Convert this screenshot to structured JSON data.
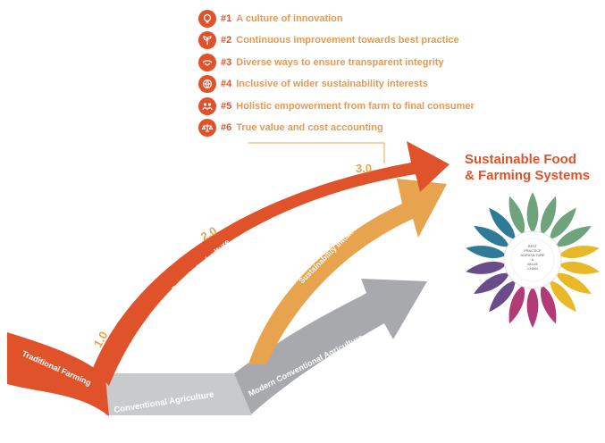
{
  "principles": [
    {
      "number": "#1",
      "text": "A culture of innovation",
      "icon": "lightbulb-icon"
    },
    {
      "number": "#2",
      "text": "Continuous improvement towards best practice",
      "icon": "sprout-icon"
    },
    {
      "number": "#3",
      "text": "Diverse ways to ensure transparent integrity",
      "icon": "handshake-icon"
    },
    {
      "number": "#4",
      "text": "Inclusive of wider sustainability interests",
      "icon": "globe-icon"
    },
    {
      "number": "#5",
      "text": "Holistic empowerment from farm to final consumer",
      "icon": "people-icon"
    },
    {
      "number": "#6",
      "text": "True value and cost accounting",
      "icon": "scales-icon"
    }
  ],
  "title_line1": "Sustainable Food",
  "title_line2": "& Farming Systems",
  "stages": {
    "traditional": "Traditional Farming",
    "conventional": "Conventional Agriculture",
    "modern": "Modern Conventional Agriculture",
    "organic": "Organic Agriculture",
    "sustainability": "Sustainability Initiatives",
    "v1": "1.0",
    "v2": "2.0",
    "v3": "3.0"
  },
  "flower_center": [
    "BEST",
    "PRACTICE",
    "AGRICULTURE",
    "&",
    "VALUE",
    "CHAIN"
  ],
  "colors": {
    "orange": "#e0522a",
    "light_orange": "#e8a34e",
    "gray": "#a7a9ac",
    "light_gray": "#c9cacb",
    "petal_green": "#6fa37c",
    "petal_yellow": "#e8b828",
    "petal_magenta": "#b23a77",
    "petal_purple": "#6b4c8a",
    "petal_teal": "#2f7a96"
  }
}
